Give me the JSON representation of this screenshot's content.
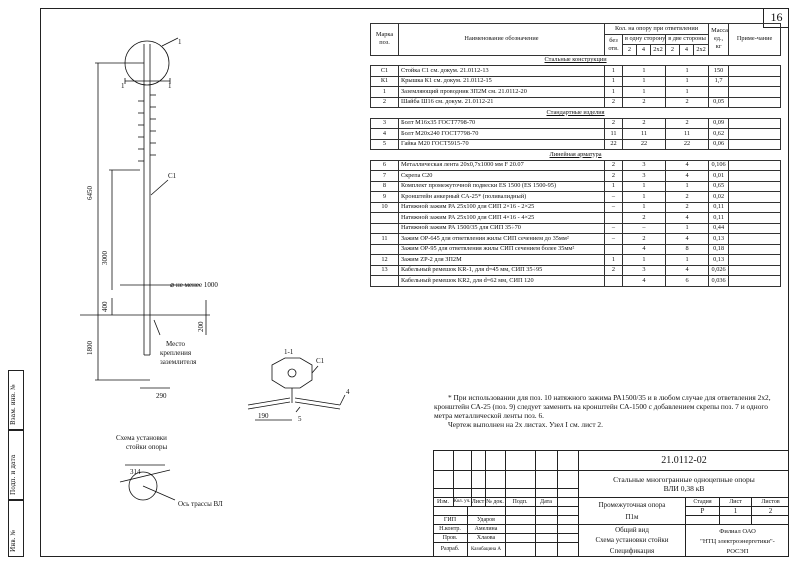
{
  "sheet": {
    "page_number": "16"
  },
  "table": {
    "header": {
      "mark": "Марка поз.",
      "name": "Наименование обозначение",
      "qty_group": "Кол. на опору при ответвлении",
      "no_branch": "без отв.",
      "one_side": "в одну сторону",
      "two_sides": "в две стороны",
      "sub": [
        "2",
        "4",
        "2x2",
        "2",
        "4",
        "2x2"
      ],
      "mass": "Масса ед., кг",
      "note": "Приме-чание"
    },
    "sections": {
      "steel": "Стальные конструкции",
      "standard": "Стандартные изделия",
      "line": "Линейная арматура"
    },
    "rows": [
      {
        "mark": "С1",
        "name": "Стойка С1 см. докум. 21.0112-13",
        "a": "1",
        "b": "1",
        "c": "1",
        "m": "150"
      },
      {
        "mark": "К1",
        "name": "Крышка К1 см. докум. 21.0112-15",
        "a": "1",
        "b": "1",
        "c": "1",
        "m": "1,7"
      },
      {
        "mark": "1",
        "name": "Заземляющий проводник ЗП2М см. 21.0112-20",
        "a": "1",
        "b": "1",
        "c": "1",
        "m": ""
      },
      {
        "mark": "2",
        "name": "Шайба Ш16 см. докум. 21.0112-21",
        "a": "2",
        "b": "2",
        "c": "2",
        "m": "0,05"
      },
      {
        "mark": "3",
        "name": "Болт М16х35 ГОСТ7798-70",
        "a": "2",
        "b": "2",
        "c": "2",
        "m": "0,09"
      },
      {
        "mark": "4",
        "name": "Болт М20х240 ГОСТ7798-70",
        "a": "11",
        "b": "11",
        "c": "11",
        "m": "0,62"
      },
      {
        "mark": "5",
        "name": "Гайка М20 ГОСТ5915-70",
        "a": "22",
        "b": "22",
        "c": "22",
        "m": "0,06"
      },
      {
        "mark": "6",
        "name": "Металлическая лента 20х0,7х1000 мм F 20.07",
        "a": "2",
        "b": "3",
        "c": "4",
        "m": "0,106"
      },
      {
        "mark": "7",
        "name": "Скрепа С20",
        "a": "2",
        "b": "3",
        "c": "4",
        "m": "0,01"
      },
      {
        "mark": "8",
        "name": "Комплект промежуточной подвески ES 1500 (ES 1500-95)",
        "a": "1",
        "b": "1",
        "c": "1",
        "m": "0,65"
      },
      {
        "mark": "9",
        "name": "Кронштейн анкерный СА-25* (поливалидный)",
        "a": "–",
        "b": "1",
        "c": "2",
        "m": "0,02"
      },
      {
        "mark": "10",
        "name": "Натяжной зажим РА 25х100 для СИП 2×16 - 2×25",
        "a": "–",
        "b": "1",
        "c": "2",
        "m": "0,11"
      },
      {
        "mark": "",
        "name": "Натяжной зажим РА 25х100 для СИП 4×16 - 4×25",
        "a": "",
        "b": "2",
        "c": "4",
        "m": "0,11"
      },
      {
        "mark": "",
        "name": "Натяжной зажим РА 1500/35 для СИП 35÷70",
        "a": "–",
        "b": "–",
        "c": "1",
        "m": "0,44"
      },
      {
        "mark": "11",
        "name": "Зажим ОР-645 для ответвления жилы СИП сечением до 35мм²",
        "a": "–",
        "b": "2",
        "c": "4",
        "m": "0,13"
      },
      {
        "mark": "",
        "name": "Зажим ОР-95 для ответвления жилы СИП сечением более 35мм²",
        "a": "",
        "b": "4",
        "c": "8",
        "m": "0,18"
      },
      {
        "mark": "12",
        "name": "Зажим ZP-2 для ЗП2М",
        "a": "1",
        "b": "1",
        "c": "1",
        "m": "0,13"
      },
      {
        "mark": "13",
        "name": "Кабельный ремешок KR-1, для d=45 мм, СИП 35÷95",
        "a": "2",
        "b": "3",
        "c": "4",
        "m": "0,026"
      },
      {
        "mark": "",
        "name": "Кабельный ремешок KR2, для d=62 мм, СИП 120",
        "a": "",
        "b": "4",
        "c": "6",
        "m": "0,036"
      }
    ]
  },
  "drawing": {
    "labels": {
      "l1": "1",
      "l1a": "1",
      "l1b": "1",
      "c1": "С1",
      "c1b": "С1",
      "dim_6450": "6450",
      "dim_3000": "3000",
      "dim_400": "400",
      "dim_1800": "1800",
      "dim_200": "200",
      "dim_290": "290",
      "dim_190": "190",
      "dim_314": "314",
      "not_less": "⌀ не менее 1000",
      "place1": "Место",
      "place2": "крепления",
      "place3": "заземлителя",
      "section": "1-1",
      "p4": "4",
      "p5": "5",
      "scheme1": "Схема установки",
      "scheme2": "стойки опоры",
      "axis": "Ось трассы ВЛ"
    }
  },
  "note": {
    "p1": "* При использовании для поз. 10 натяжного зажима РА1500/35 и в любом случае для ответвления 2х2, кронштейн СА-25 (поз. 9) следует заменить на кронштейн СА-1500 с добавлением скрепы поз. 7 и одного метра металлической ленты поз. 6.",
    "p2": "Чертеж выполнен на 2х листах. Узел I см. лист 2."
  },
  "titleblock": {
    "code": "21.0112-02",
    "title": "Стальные многогранные одноцепные опоры ВЛИ 0,38 кВ",
    "cols": [
      "Изм.",
      "Кол. уч.",
      "Лист",
      "№ док.",
      "Подп.",
      "Дата"
    ],
    "roles": [
      "ГИП",
      "Н.контр.",
      "Пров.",
      "Разраб."
    ],
    "people": [
      "Ударов",
      "Амелина",
      "Хлаова",
      "Казибацина А"
    ],
    "object1": "Промежуточная опора",
    "object2": "П1м",
    "stage_label": "Стадия",
    "sheet_label": "Лист",
    "sheets_label": "Листов",
    "stage": "Р",
    "sheet": "1",
    "sheets": "2",
    "desc1": "Общий вид",
    "desc2": "Схема установки стойки",
    "desc3": "Спецификация",
    "org1": "Филиал ОАО",
    "org2": "\"НТЦ электроэнергетики\"-",
    "org3": "РОСЭП"
  },
  "side": {
    "inv": "Инв. №",
    "sign": "Подп. и дата",
    "vz": "Взам. инв. №"
  }
}
